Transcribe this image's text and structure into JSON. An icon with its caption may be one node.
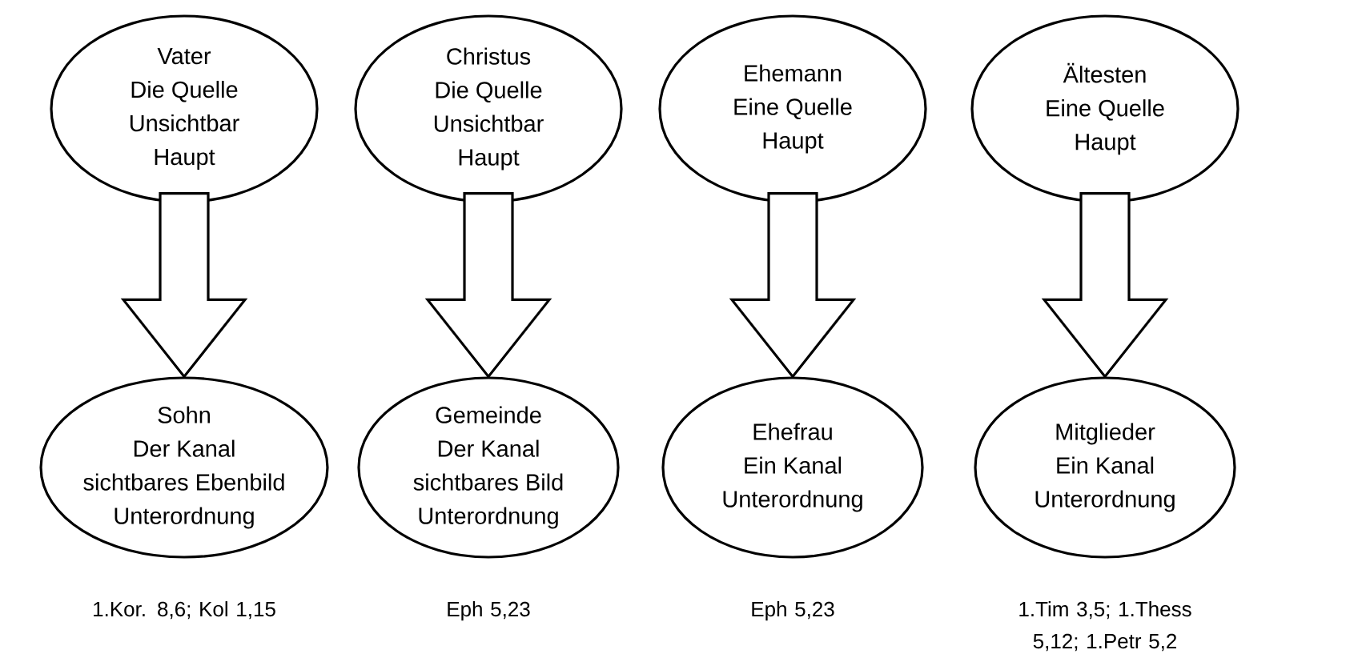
{
  "diagram": {
    "nodes": [
      {
        "text": [
          "Vater",
          "Die Quelle",
          "Unsichtbar",
          "Haupt"
        ]
      },
      {
        "text": [
          "Sohn",
          "Der Kanal",
          "sichtbares Ebenbild",
          "Unterordnung"
        ],
        "beside": [
          "1.Kor. 8,6; Kol 1,15"
        ]
      },
      {
        "text": [
          "Christus",
          "Die Quelle",
          "Unsichtbar",
          "Haupt"
        ]
      },
      {
        "text": [
          "Gemeinde",
          "Der Kanal",
          "sichtbares Bild",
          "Unterordnung"
        ],
        "beside": [
          "Eph 5,23"
        ]
      },
      {
        "text": [
          "Ehemann",
          "Eine Quelle",
          "Haupt"
        ]
      },
      {
        "text": [
          "Ehefrau",
          "Ein Kanal",
          "Unterordnung"
        ],
        "beside": [
          "Eph 5,23"
        ]
      },
      {
        "text": [
          "Ältesten",
          "Eine Quelle",
          "Haupt"
        ]
      },
      {
        "text": [
          "Mitglieder",
          "Ein Kanal",
          "Unterordnung"
        ],
        "beside": [
          "1.Tim 3,5; 1.Thess 5,12; 1.Petr 5,2"
        ]
      }
    ],
    "edges": [
      {
        "from": 0,
        "to": 1,
        "arrow": "to"
      },
      {
        "from": 2,
        "to": 3,
        "arrow": "to"
      },
      {
        "from": 4,
        "to": 5,
        "arrow": "to"
      },
      {
        "from": 6,
        "to": 7,
        "arrow": "to"
      }
    ]
  }
}
